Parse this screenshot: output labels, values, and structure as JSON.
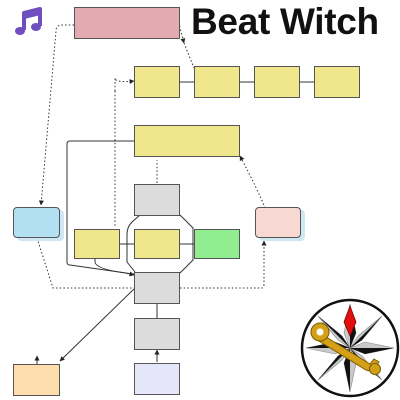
{
  "app": {
    "title": "Beat Witch",
    "icons": [
      "music-note-icon",
      "compass-key-badge-icon"
    ]
  },
  "colors": {
    "pink": "#e3aab1",
    "yellow": "#f0e68c",
    "gray": "#dcdcdc",
    "green": "#90ee90",
    "blue": "#b2dff2",
    "salmon": "#f8d8d3",
    "peach": "#ffdead",
    "lavender": "#e6e6fa",
    "edge": "#555555",
    "note": "#6f4fc0",
    "key": "#d4a017",
    "gem": "#e01010"
  },
  "nodes": [
    {
      "id": "top-pink",
      "color": "pink"
    },
    {
      "id": "row-1",
      "color": "yellow"
    },
    {
      "id": "row-2",
      "color": "yellow"
    },
    {
      "id": "row-3",
      "color": "yellow"
    },
    {
      "id": "row-4",
      "color": "yellow"
    },
    {
      "id": "wide-yellow",
      "color": "yellow"
    },
    {
      "id": "gray-top",
      "color": "gray"
    },
    {
      "id": "yellow-left",
      "color": "yellow"
    },
    {
      "id": "yellow-center",
      "color": "yellow"
    },
    {
      "id": "green-right",
      "color": "green"
    },
    {
      "id": "blue-left",
      "color": "blue"
    },
    {
      "id": "salmon-right",
      "color": "salmon"
    },
    {
      "id": "gray-hub",
      "color": "gray"
    },
    {
      "id": "gray-lower",
      "color": "gray"
    },
    {
      "id": "peach-bottom",
      "color": "peach"
    },
    {
      "id": "lavender-bottom",
      "color": "lavender"
    }
  ]
}
